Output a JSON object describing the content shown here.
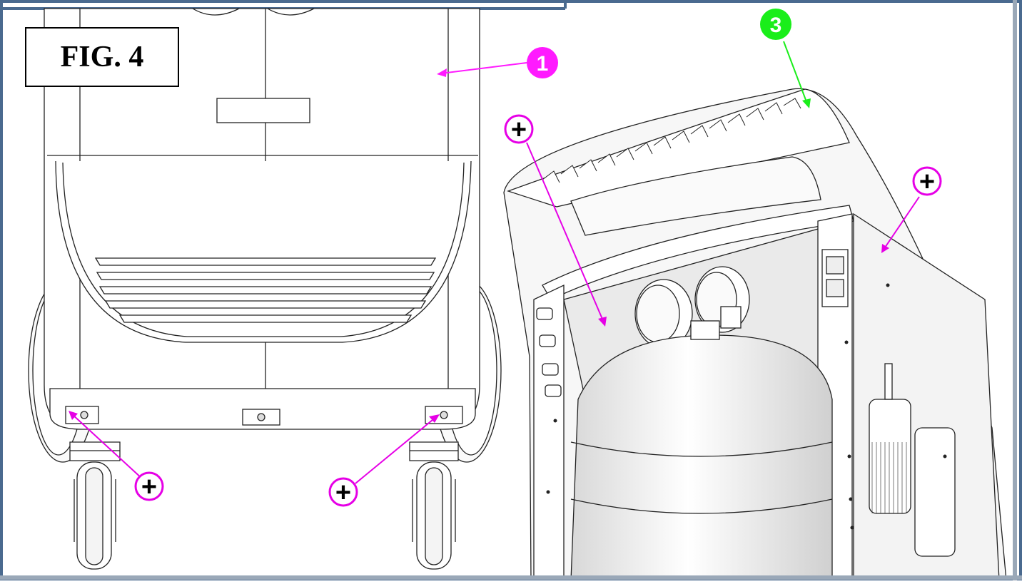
{
  "figure": {
    "label": "FIG. 4"
  },
  "callouts": [
    {
      "id": "callout-1",
      "label": "1",
      "color": "#ff1aff"
    },
    {
      "id": "callout-3",
      "label": "3",
      "color": "#1aee1a"
    }
  ],
  "screw_marker_symbol": "+",
  "colors": {
    "frame_border": "#4a6a8f",
    "screw_marker": "#e600e6",
    "callout_magenta": "#ff1aff",
    "callout_green": "#1aee1a",
    "line_art": "#222222"
  }
}
